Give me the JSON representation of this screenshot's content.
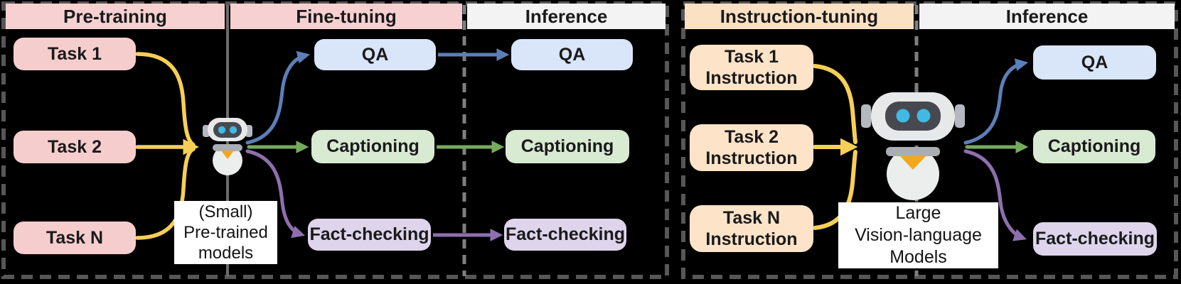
{
  "figure": {
    "left": {
      "headers": [
        "Pre-training",
        "Fine-tuning",
        "Inference"
      ],
      "tasks": [
        "Task 1",
        "Task 2",
        "Task N"
      ],
      "model_caption": [
        "(Small)",
        "Pre-trained",
        "models"
      ],
      "finetune": [
        "QA",
        "Captioning",
        "Fact-checking"
      ],
      "inference": [
        "QA",
        "Captioning",
        "Fact-checking"
      ]
    },
    "right": {
      "headers": [
        "Instruction-tuning",
        "Inference"
      ],
      "tasks": [
        {
          "line1": "Task 1",
          "line2": "Instruction"
        },
        {
          "line1": "Task 2",
          "line2": "Instruction"
        },
        {
          "line1": "Task N",
          "line2": "Instruction"
        }
      ],
      "model_caption": [
        "Large",
        "Vision-language",
        "Models"
      ],
      "inference": [
        "QA",
        "Captioning",
        "Fact-checking"
      ]
    },
    "icons": [
      "robot-icon",
      "large-robot-icon"
    ],
    "colors": {
      "pink_box": "#f6cdcd",
      "peach_box": "#fde4c9",
      "blue_box": "#d9e5f8",
      "green_box": "#d9ead3",
      "purple_box": "#ded4eb",
      "gray_header": "#f3f3f3",
      "yellow_arrow": "#f6cf55",
      "blue_arrow": "#5b7fb8",
      "green_arrow": "#76ab5c",
      "purple_arrow": "#8e6fae",
      "robot_eye": "#41b9e3",
      "robot_badge": "#f3a71d"
    }
  }
}
